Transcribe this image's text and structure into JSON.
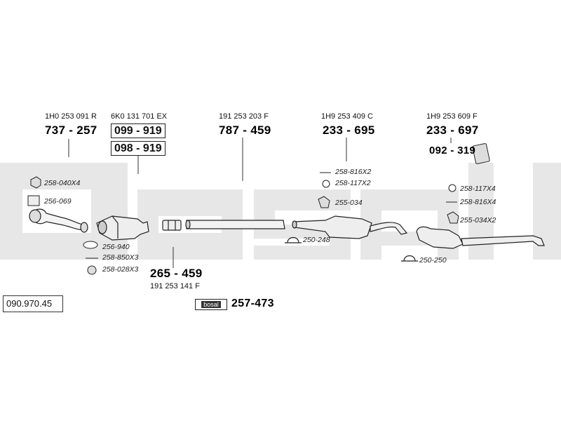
{
  "diagram_part_number": "090.970.45",
  "groups": [
    {
      "id": "g1",
      "oem": "1H0 253 091 R",
      "code": "737 - 257"
    },
    {
      "id": "g2",
      "oem": "6K0 131 701 EX",
      "code_a": "099 - 919",
      "code_b": "098 - 919"
    },
    {
      "id": "g3",
      "oem": "191 253 203 F",
      "code": "787 - 459"
    },
    {
      "id": "g4",
      "oem": "1H9 253 409 C",
      "code": "233 - 695"
    },
    {
      "id": "g5",
      "oem": "1H9 253 609 F",
      "code": "233 - 697",
      "sub_code": "092 - 319"
    },
    {
      "id": "g6",
      "oem": "191 253 141 F",
      "code": "265 - 459"
    }
  ],
  "small_parts": {
    "p1": "258-040X4",
    "p2": "256-069",
    "p3": "256-940",
    "p4": "258-850X3",
    "p5": "258-028X3",
    "p6": "258-816X2",
    "p7": "258-117X2",
    "p8": "255-034",
    "p9": "250-248",
    "p10": "258-117X4",
    "p11": "258-816X4",
    "p12": "255-034X2",
    "p13": "250-250"
  },
  "kit": {
    "brand": "bosal",
    "code": "257-473"
  },
  "colors": {
    "watermark": "#e6e6e6",
    "line": "#333333"
  }
}
